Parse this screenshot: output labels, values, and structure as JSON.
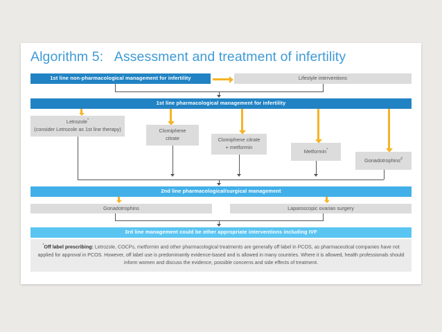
{
  "slide": {
    "title": "Algorithm 5:   Assessment and treatment of infertility",
    "title_color": "#3e9ad6",
    "card_background": "#ffffff",
    "page_background": "#eceae6"
  },
  "colors": {
    "bar_dark_blue": "#2183c4",
    "bar_mid_blue": "#42b0e8",
    "bar_light_blue": "#5bc5f2",
    "grey_box": "#dcdcdc",
    "arrow_yellow": "#f5b325",
    "connector_grey": "#555555"
  },
  "flow": {
    "first_line_nonpharm_bar": "1st line non-pharmacological management for infertility",
    "lifestyle_box": "Lifestyle interventions",
    "first_line_pharm_bar": "1st line pharmacological management for infertility",
    "second_line_bar": "2nd line pharmacological/surgical management",
    "third_line_bar": "3rd line management could be other appropriate interventions including IVF",
    "treatment_boxes": [
      {
        "line1": "Letrozole",
        "sup": "*",
        "line2": "(consider Letrozole as 1st line therapy)"
      },
      {
        "line1": "Clomiphene",
        "sup": "",
        "line2": "citrate"
      },
      {
        "line1": "Clomiphene citrate",
        "sup": "",
        "line2": "+ metformin"
      },
      {
        "line1": "Metformin",
        "sup": "*",
        "line2": ""
      },
      {
        "line1": "Gonadotrophins",
        "sup": "#",
        "line2": ""
      }
    ],
    "second_line_boxes": [
      "Gonadotrophins",
      "Laparoscopic ovarian surgery"
    ]
  },
  "footnote": {
    "marker": "*",
    "lead": "Off label prescribing:",
    "body": " Letrozole, COCPs, metformin and other pharmacological treatments are generally off label in PCOS, as pharmaceutical companies have not applied for approval in PCOS. However, off label use is predominantly evidence-based and is allowed in many countries. Where it is allowed, health professionals should inform women and discuss the evidence, possible concerns and side effects of treatment."
  }
}
